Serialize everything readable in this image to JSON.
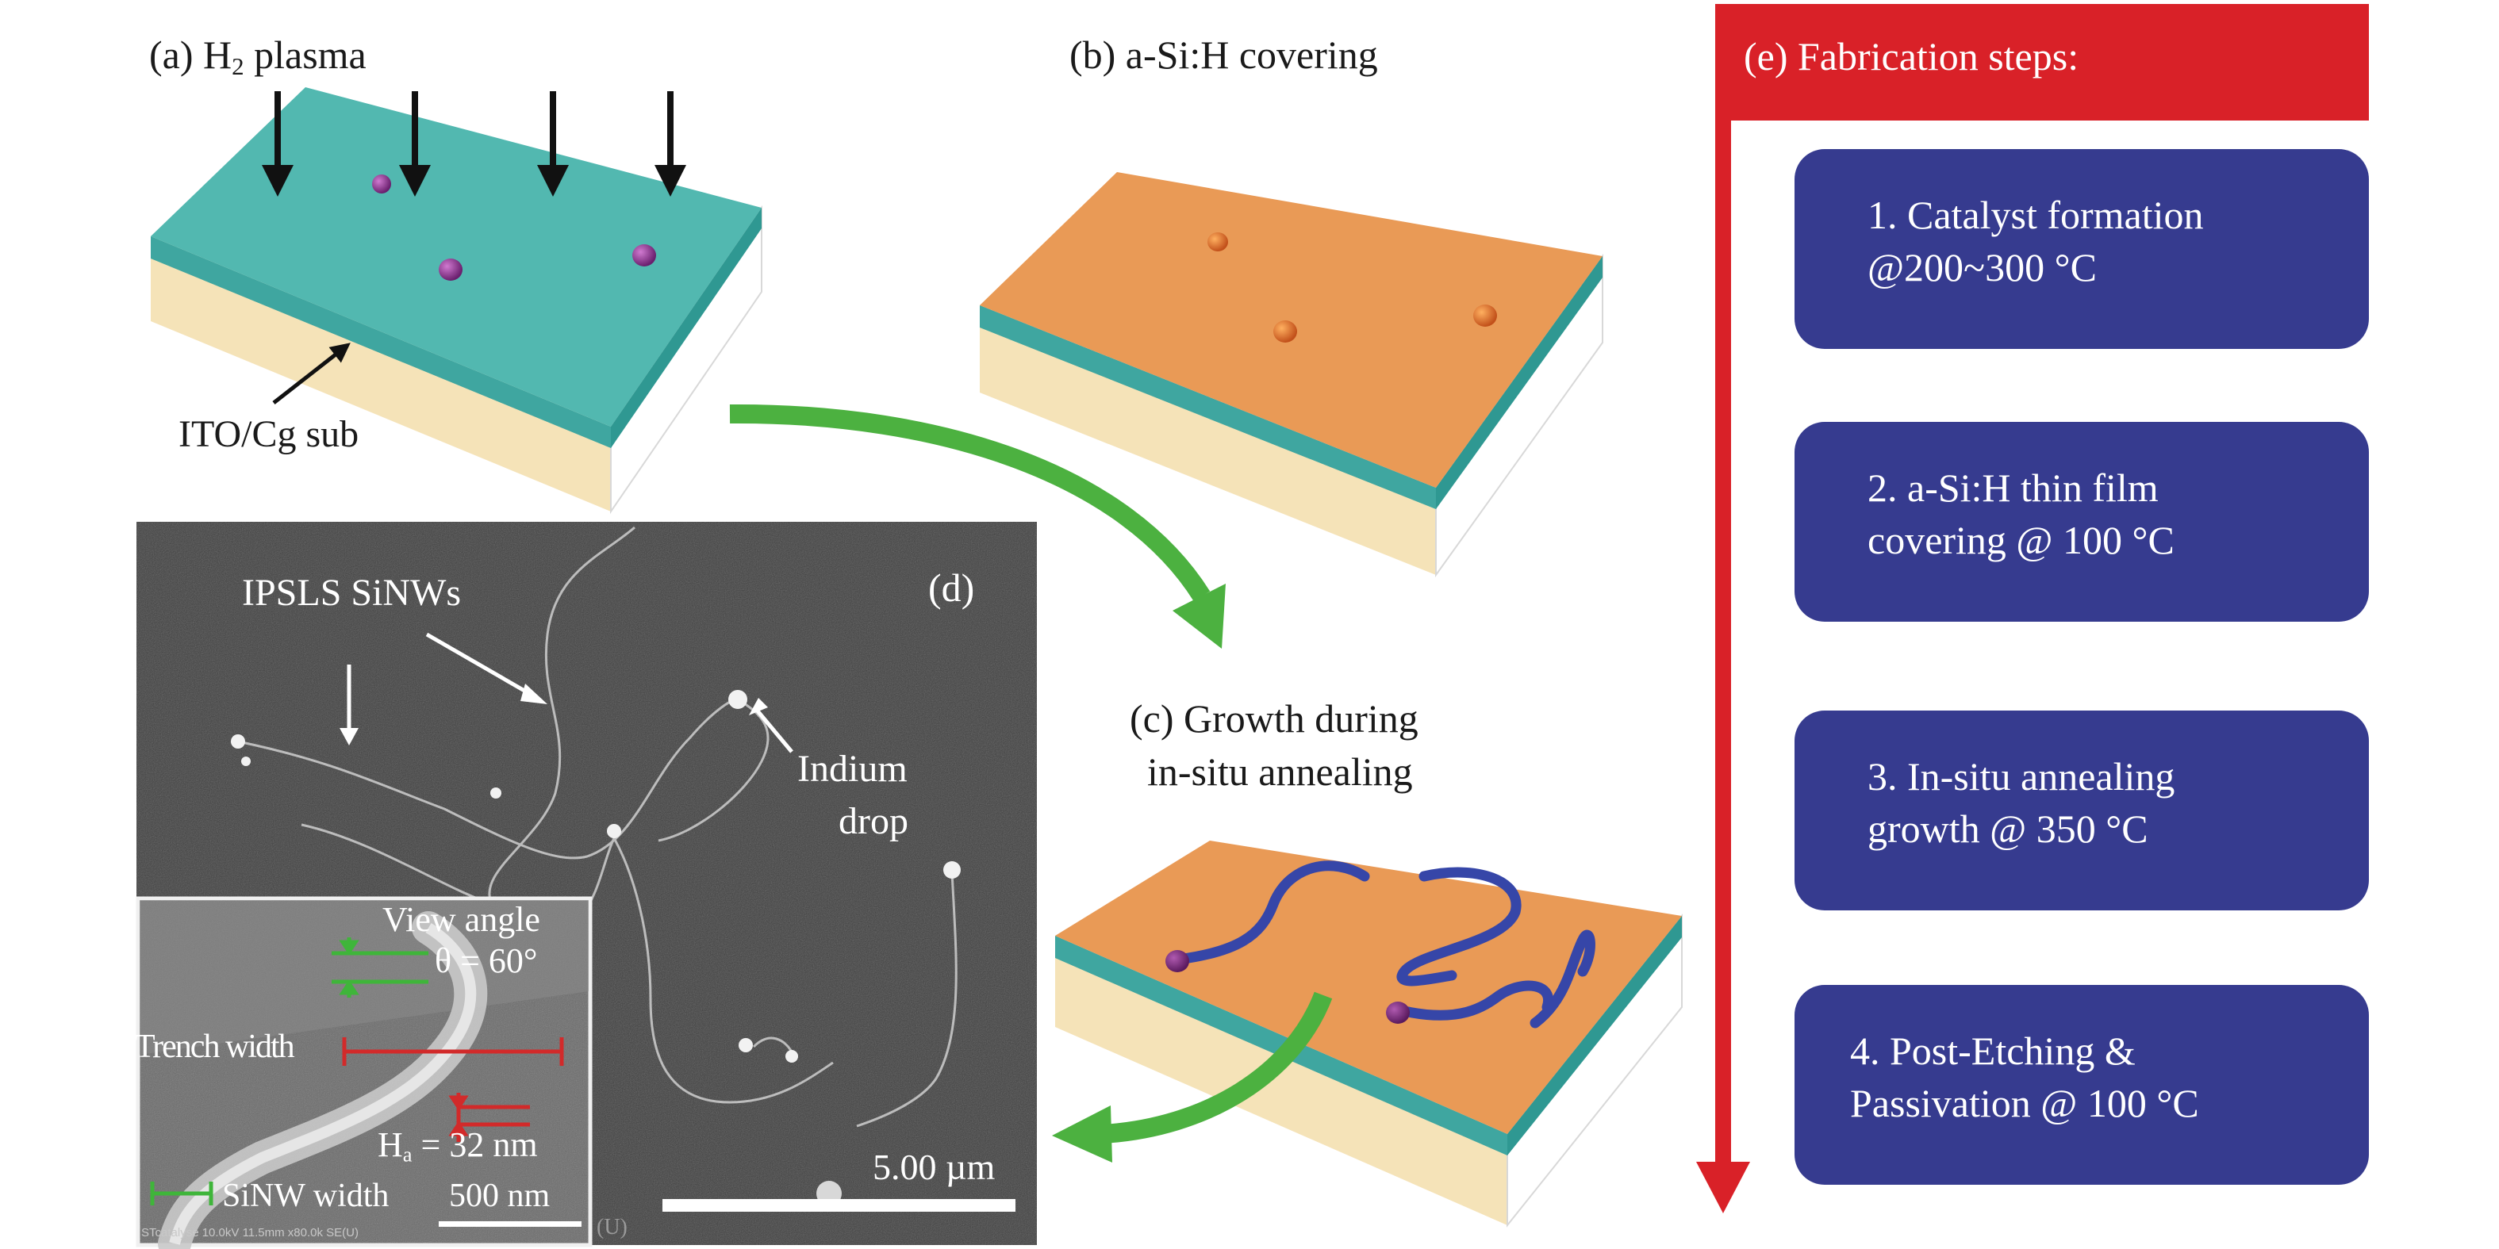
{
  "panel_a": {
    "title_prefix": "(a) H",
    "title_sub": "2",
    "title_suffix": " plasma",
    "substrate_label": "ITO/Cg sub"
  },
  "panel_b": {
    "title": "(b) a-Si:H covering"
  },
  "panel_c": {
    "title_line1": "(c) Growth during",
    "title_line2": "in-situ annealing"
  },
  "panel_d": {
    "tag": "(d)",
    "wires_label": "IPSLS  SiNWs",
    "drop_label_line1": "Indium",
    "drop_label_line2": "drop",
    "scale_bar": "5.00 µm",
    "inset": {
      "view_angle_line1": "View angle",
      "view_angle_line2": "θ = 60°",
      "trench_width": "Trench width",
      "height_prefix": "H",
      "height_sub": "a",
      "height_value": " = 32 nm",
      "sinw_width": "SiNW width",
      "scale_bar": "500 nm",
      "footer": "STcatalyse 10.0kV 11.5mm x80.0k SE(U)"
    },
    "footer_u": "(U)"
  },
  "panel_e": {
    "title": "(e) Fabrication steps:",
    "steps": [
      {
        "line1": "1. Catalyst formation",
        "line2": "@200~300 °C"
      },
      {
        "line1": "2. a-Si:H thin film",
        "line2": "covering @ 100 °C"
      },
      {
        "line1": "3. In-situ annealing",
        "line2": "growth @ 350 °C"
      },
      {
        "line1": "4. Post-Etching &",
        "line2": "Passivation @ 100 °C"
      }
    ]
  },
  "colors": {
    "teal": "#52b8b0",
    "orange": "#e99a56",
    "substrate": "#f5e3b8",
    "step_box": "#363b8f",
    "red": "#d92128",
    "green_arrow": "#4cb140",
    "nanowire": "#3646a8",
    "sem_bg": "#3f3f3f"
  }
}
